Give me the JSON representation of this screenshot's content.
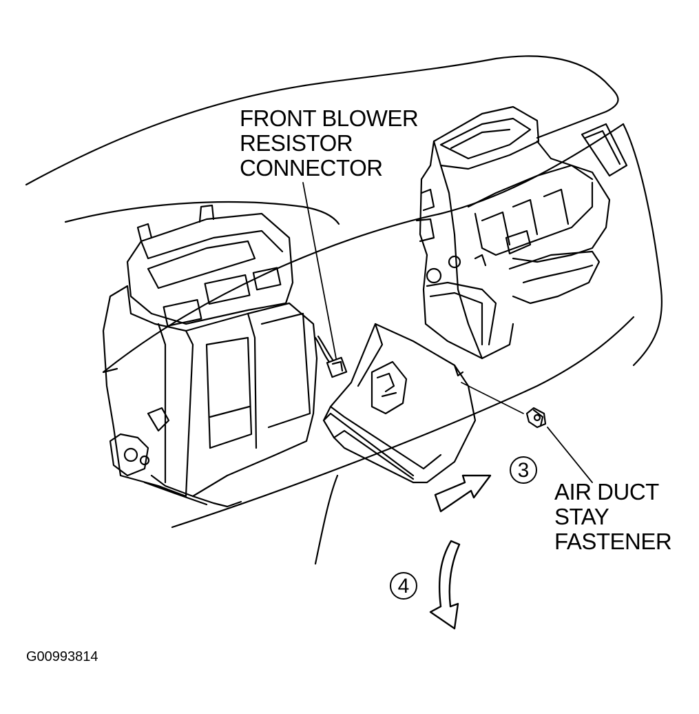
{
  "figure": {
    "figure_id": "G00993814",
    "line_color": "#000000",
    "background": "#ffffff"
  },
  "callouts": {
    "blower_connector": {
      "lines": [
        "FRONT BLOWER",
        "RESISTOR",
        "CONNECTOR"
      ]
    },
    "air_duct_fastener": {
      "lines": [
        "AIR DUCT",
        "STAY",
        "FASTENER"
      ]
    }
  },
  "steps": [
    {
      "number": "3",
      "icon": "straight-arrow-icon"
    },
    {
      "number": "4",
      "icon": "curved-arrow-down-icon"
    }
  ],
  "components": [
    "heater-unit",
    "blower-unit",
    "air-duct",
    "dashboard-outline",
    "blower-resistor-connector",
    "air-duct-stay-fastener"
  ]
}
